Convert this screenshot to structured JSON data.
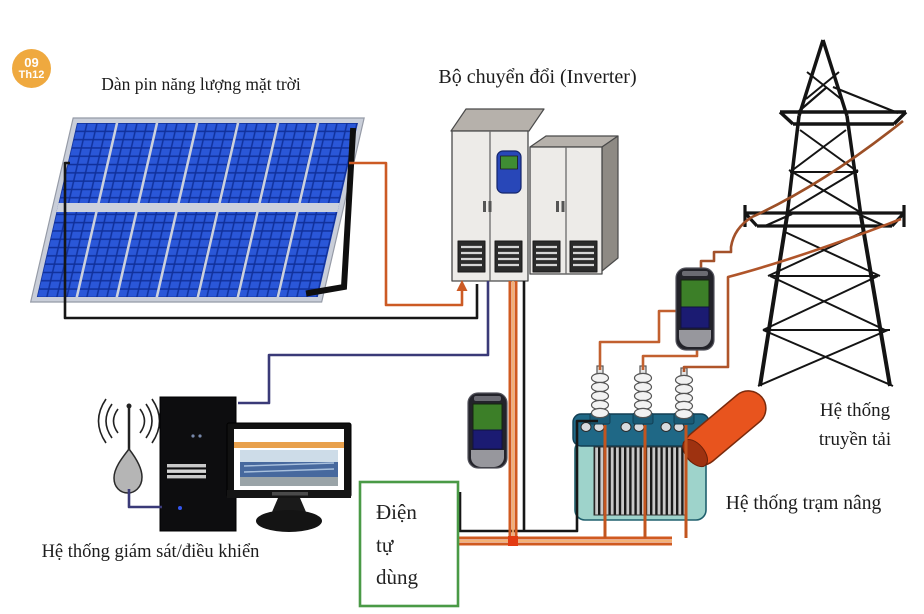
{
  "date_badge": {
    "day": "09",
    "month": "Th12"
  },
  "labels": {
    "solar_array": "Dàn pin năng lượng mặt trời",
    "inverter": "Bộ chuyển đổi (Inverter)",
    "transmission_system": [
      "Hệ thống",
      "truyền tải"
    ],
    "step_up_station": "Hệ thống trạm nâng",
    "monitoring_system": "Hệ thống giám sát/điều khiển",
    "self_consumption": [
      "Điện",
      "tự",
      "dùng"
    ]
  },
  "components": [
    "solar-panel-array",
    "inverter-cabinet",
    "transmission-tower",
    "step-up-transformer",
    "smart-meter",
    "monitoring-computer",
    "wireless-antenna",
    "self-use-load-box"
  ],
  "colors": {
    "badge_orange": "#efa93f",
    "wire_orange": "#cf5f28",
    "wire_black": "#161616",
    "wire_navy": "#3a3a78",
    "panel_blue": "#2a57d8",
    "box_green": "#4a9a46",
    "transformer_teal": "#9ed3cb",
    "transformer_band": "#1f6886",
    "cylinder_red": "#e8541e"
  }
}
